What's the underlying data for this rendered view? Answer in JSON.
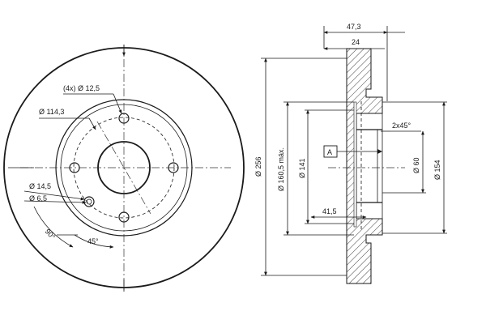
{
  "front_view": {
    "bolt_holes": "(4x) Ø 12,5",
    "pcd": "Ø 114,3",
    "centering_outer": "Ø 14,5",
    "centering_inner": "Ø 6,5",
    "angle_90": "90°",
    "angle_45": "45°"
  },
  "section_view": {
    "total_width": "47,3",
    "disc_thickness": "24",
    "outer_diameter": "Ø 256",
    "max_inner_diameter": "Ø 160,5 máx.",
    "hat_diameter": "Ø 141",
    "datum": "A",
    "chamfer": "2x45°",
    "center_bore": "Ø 60",
    "hub_diameter": "Ø 154",
    "hat_height": "41,5"
  }
}
